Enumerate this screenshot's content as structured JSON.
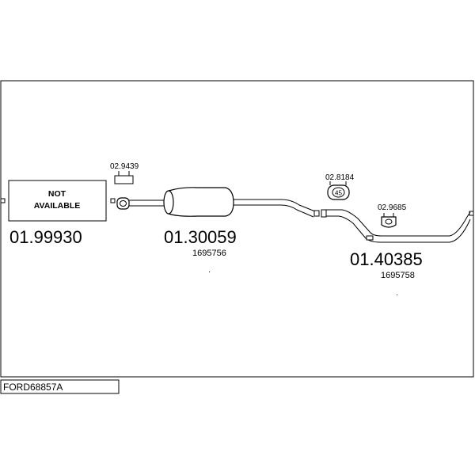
{
  "drawing": {
    "code": "FORD68857A"
  },
  "parts": {
    "front": {
      "number": "01.99930",
      "status_line1": "NOT",
      "status_line2": "AVAILABLE"
    },
    "middle": {
      "number": "01.30059",
      "oem": "1695756"
    },
    "rear": {
      "number": "01.40385",
      "oem": "1695758"
    }
  },
  "accessories": {
    "gasket": "02.9439",
    "clamp": "02.8184",
    "clamp_size": "45",
    "hanger": "02.9685"
  }
}
